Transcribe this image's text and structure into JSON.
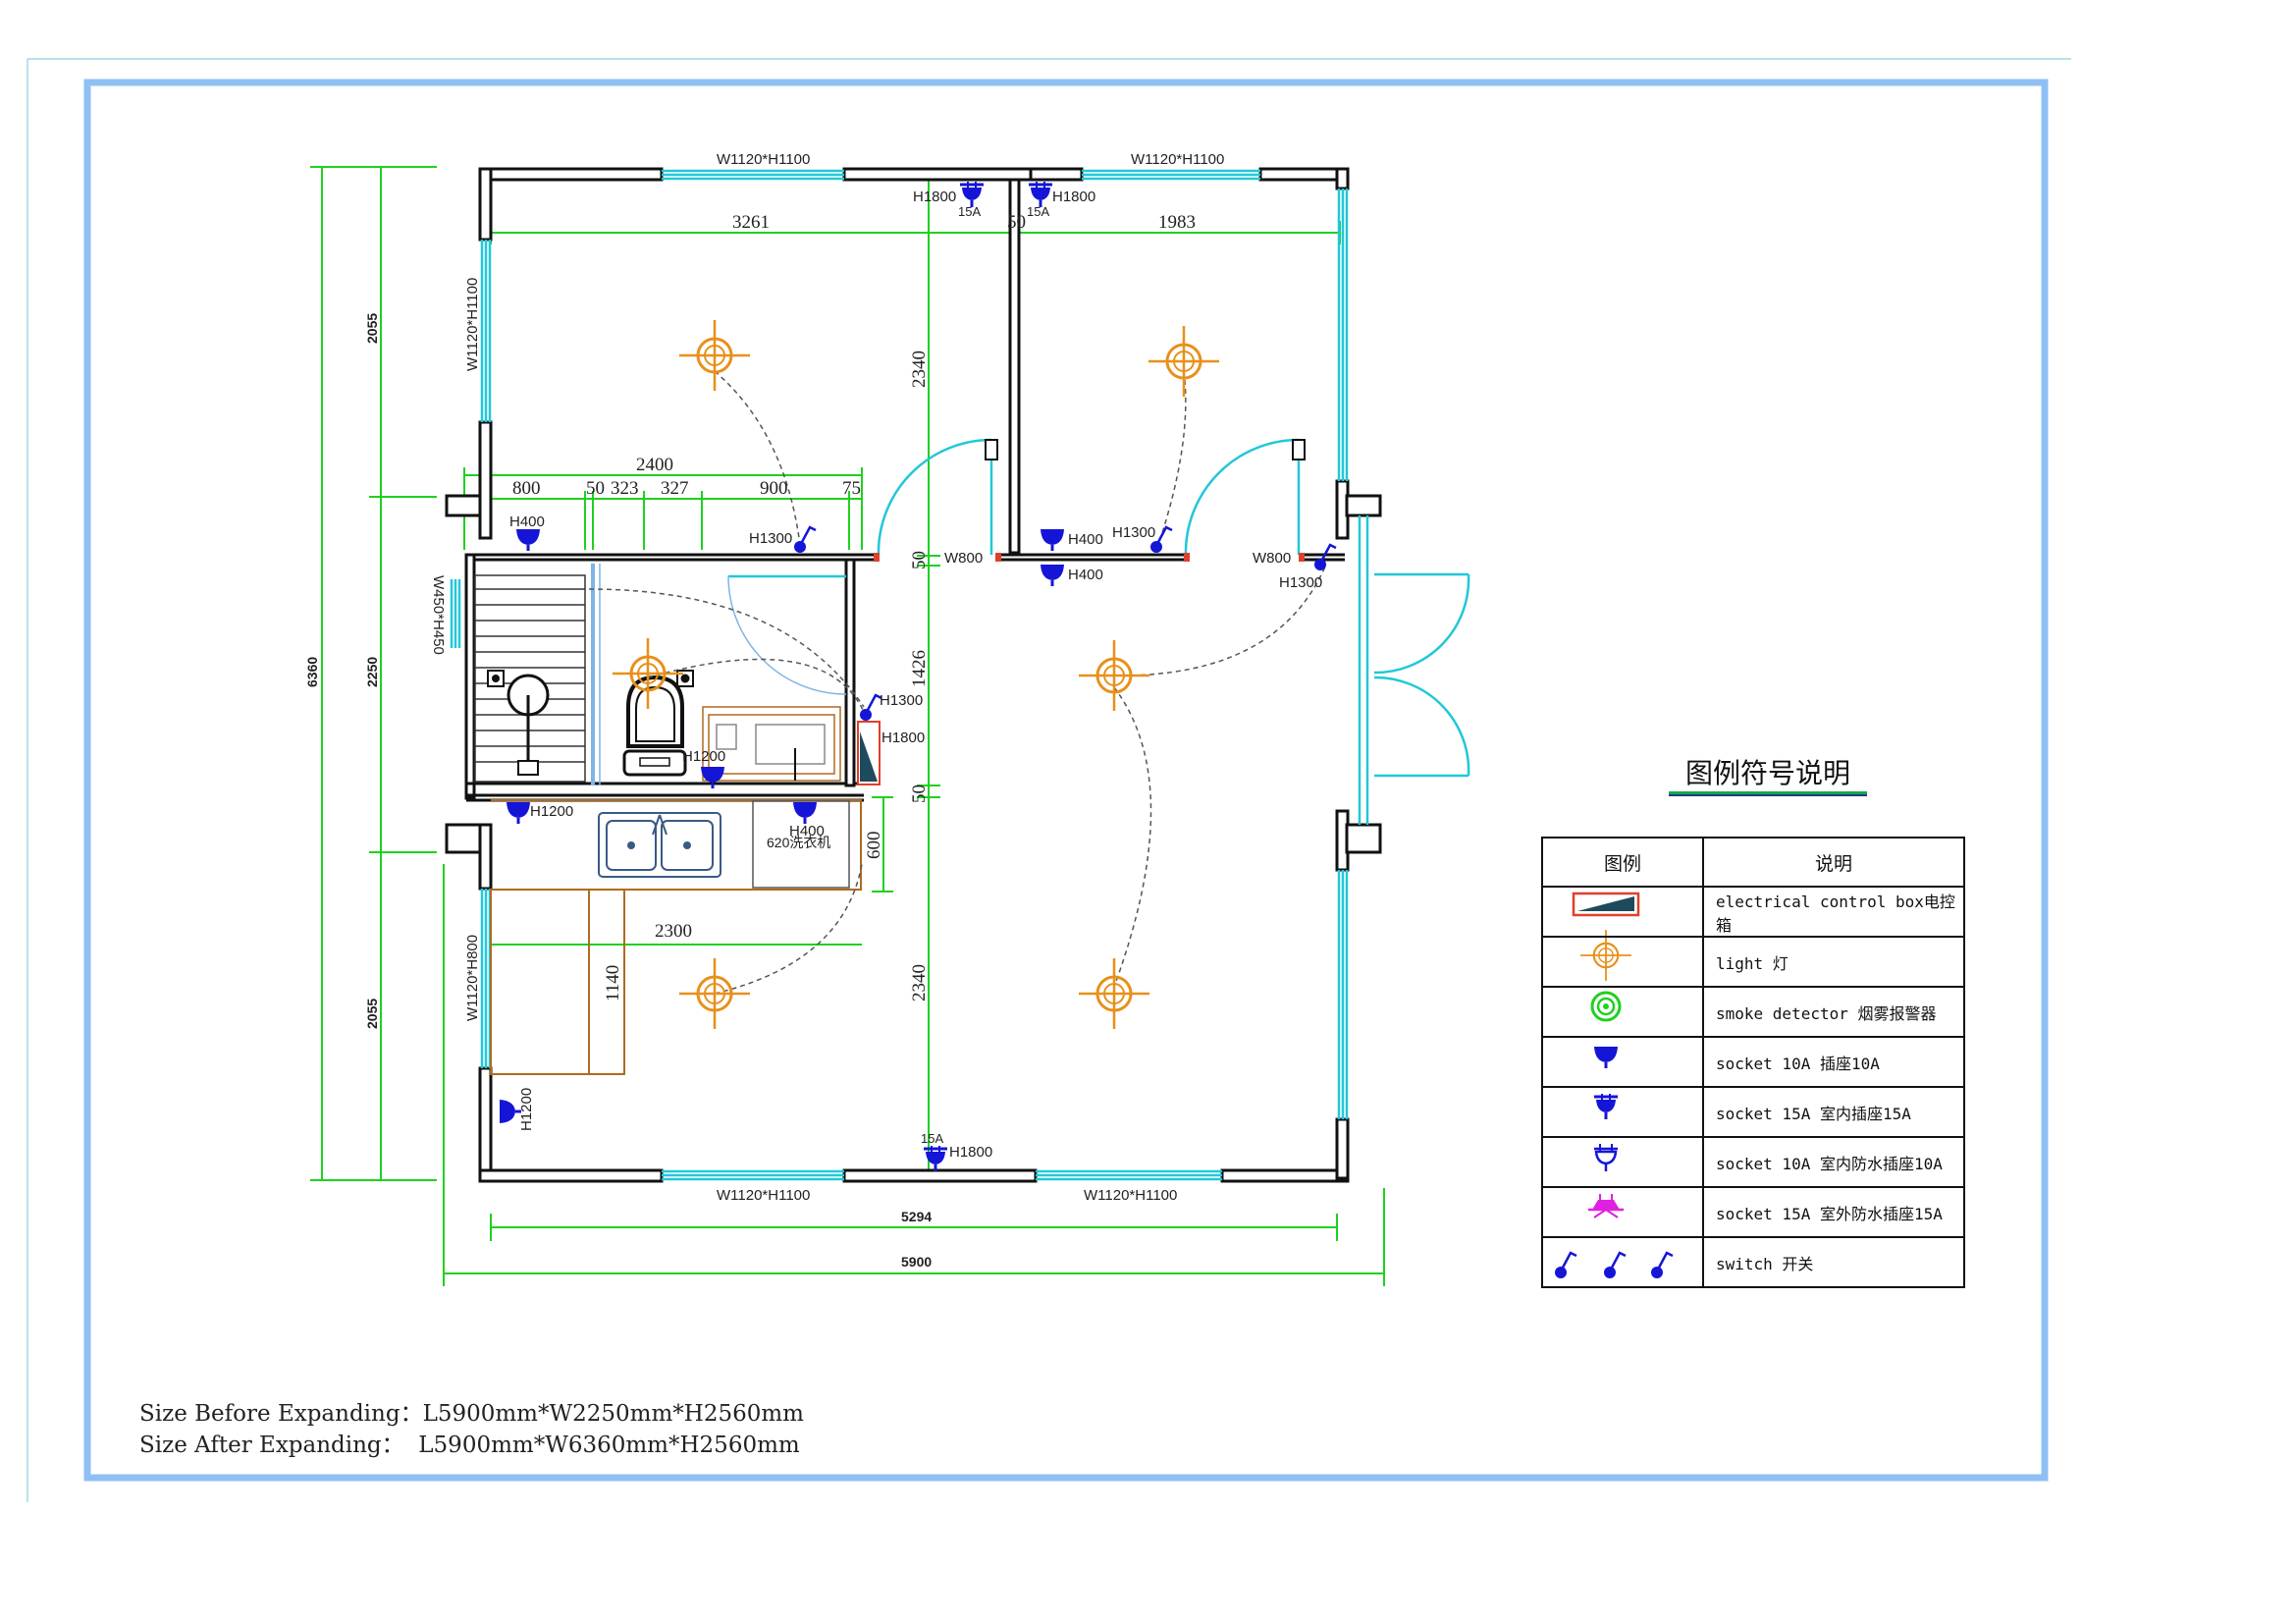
{
  "plan": {
    "windows": {
      "top_left": "W1120*H1100",
      "top_right": "W1120*H1100",
      "left_upper": "W1120*H1100",
      "left_lower": "W1120*H800",
      "bathroom": "W450*H450",
      "bottom_left": "W1120*H1100",
      "bottom_right": "W1120*H1100"
    },
    "doors": {
      "w1": "W800",
      "w2": "W800"
    },
    "dims": {
      "top_left": "3261",
      "top_mid": "50",
      "top_right": "1983",
      "left_upper": "2055",
      "left_mid": "2250",
      "left_lower": "2055",
      "total_height": "6360",
      "kitchen_total": "2400",
      "seg1": "800",
      "seg2": "50",
      "seg3": "323",
      "seg4": "327",
      "seg5": "900",
      "seg6": "75",
      "v_upper": "2340",
      "v_mid": "1426",
      "v_50a": "50",
      "v_50b": "50",
      "v_lower": "2340",
      "counter_width": "2300",
      "counter_depth": "1140",
      "counter_600": "600",
      "inner_width": "5294",
      "outer_width": "5900"
    },
    "tags": {
      "h1800_a": "H1800",
      "a15_a": "15A",
      "h1800_b": "H1800",
      "a15_b": "15A",
      "h400_a": "H400",
      "h1300_a": "H1300",
      "h400_b": "H400",
      "h400_c": "H400",
      "h1300_b": "H1300",
      "h1300_c": "H1300",
      "h1300_d": "H1300",
      "h1800_c": "H1800",
      "h1200_a": "H1200",
      "h1200_b": "H1200",
      "h400_d": "H400",
      "washer": "620洗衣机",
      "h1200_c": "H1200",
      "a15_c": "15A",
      "h1800_d": "H1800"
    }
  },
  "footnote": {
    "before": "Size Before Expanding：L5900mm*W2250mm*H2560mm",
    "after": "Size After Expanding：  L5900mm*W6360mm*H2560mm"
  },
  "legend": {
    "title": "图例符号说明",
    "header_symbol": "图例",
    "header_desc": "说明",
    "rows": [
      {
        "icon": "electrical-control-box-icon",
        "text": "electrical control box电控箱"
      },
      {
        "icon": "light-icon",
        "text": "light 灯"
      },
      {
        "icon": "smoke-detector-icon",
        "text": "smoke detector 烟雾报警器"
      },
      {
        "icon": "socket-10a-icon",
        "text": "socket 10A  插座10A"
      },
      {
        "icon": "socket-15a-icon",
        "text": "socket 15A  室内插座15A"
      },
      {
        "icon": "waterproof-socket-10a-icon",
        "text": "socket 10A  室内防水插座10A"
      },
      {
        "icon": "outdoor-socket-15a-icon",
        "text": "socket 15A  室外防水插座15A"
      },
      {
        "icon": "switch-icon",
        "text": "switch 开关"
      }
    ]
  },
  "colors": {
    "wall": "#111111",
    "window": "#22c7d9",
    "dimension": "#1fd11f",
    "light": "#e8901a",
    "socket": "#1515d8",
    "frame": "#8ec0f4",
    "furniture": "#b06a20"
  }
}
